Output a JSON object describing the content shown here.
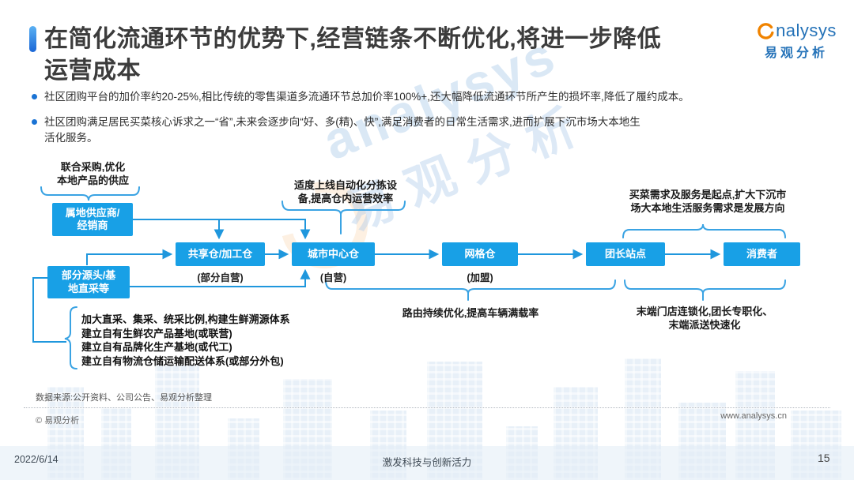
{
  "header": {
    "title": "在简化流通环节的优势下,经营链条不断优化,将进一步降低\n运营成本"
  },
  "logo": {
    "name": "nalysys",
    "name_cn": "易观分析"
  },
  "bullets": [
    "社区团购平台的加价率约20-25%,相比传统的零售渠道多流通环节总加价率100%+,还大幅降低流通环节所产生的损坏率,降低了履约成本。",
    "社区团购满足居民买菜核心诉求之一“省”,未来会逐步向“好、多(精)、快”,满足消费者的日常生活需求,进而扩展下沉市场大本地生\n活化服务。"
  ],
  "diagram": {
    "boxes": {
      "supplier": "属地供应商/\n经销商",
      "direct_source": "部分源头/基\n地直采等",
      "share_wh": "共享仓/加工仓",
      "share_wh_sub": "(部分自营)",
      "city_wh": "城市中心仓",
      "city_wh_sub": "(自营)",
      "grid_wh": "网格仓",
      "grid_wh_sub": "(加盟)",
      "leader": "团长站点",
      "consumer": "消费者"
    },
    "callouts": {
      "joint_purchase": "联合采购,优化\n本地产品的供应",
      "auto_sorting": "适度上线自动化分拣设\n备,提高仓内运营效率",
      "demand": "买菜需求及服务是起点,扩大下沉市\n场大本地生活服务需求是发展方向",
      "routing": "路由持续优化,提高车辆满载率",
      "terminal": "末端门店连锁化,团长专职化、\n末端派送快速化"
    },
    "supply_list": [
      "加大直采、集采、统采比例,构建生鲜溯源体系",
      "建立自有生鲜农产品基地(或联营)",
      "建立自有品牌化生产基地(或代工)",
      "建立自有物流仓储运输配送体系(或部分外包)"
    ]
  },
  "watermark": {
    "text": "analysys",
    "text_cn": "易观分析"
  },
  "footer": {
    "source": "数据来源:公开资料、公司公告、易观分析整理",
    "copyright": "© 易观分析",
    "website": "www.analysys.cn",
    "date": "2022/6/14",
    "slogan": "激发科技与创新活力",
    "page_number": "15"
  },
  "colors": {
    "box_blue": "#18a0e6",
    "line_blue": "#1f97dd",
    "logo_blue": "#2472b8",
    "logo_orange": "#f08300"
  }
}
